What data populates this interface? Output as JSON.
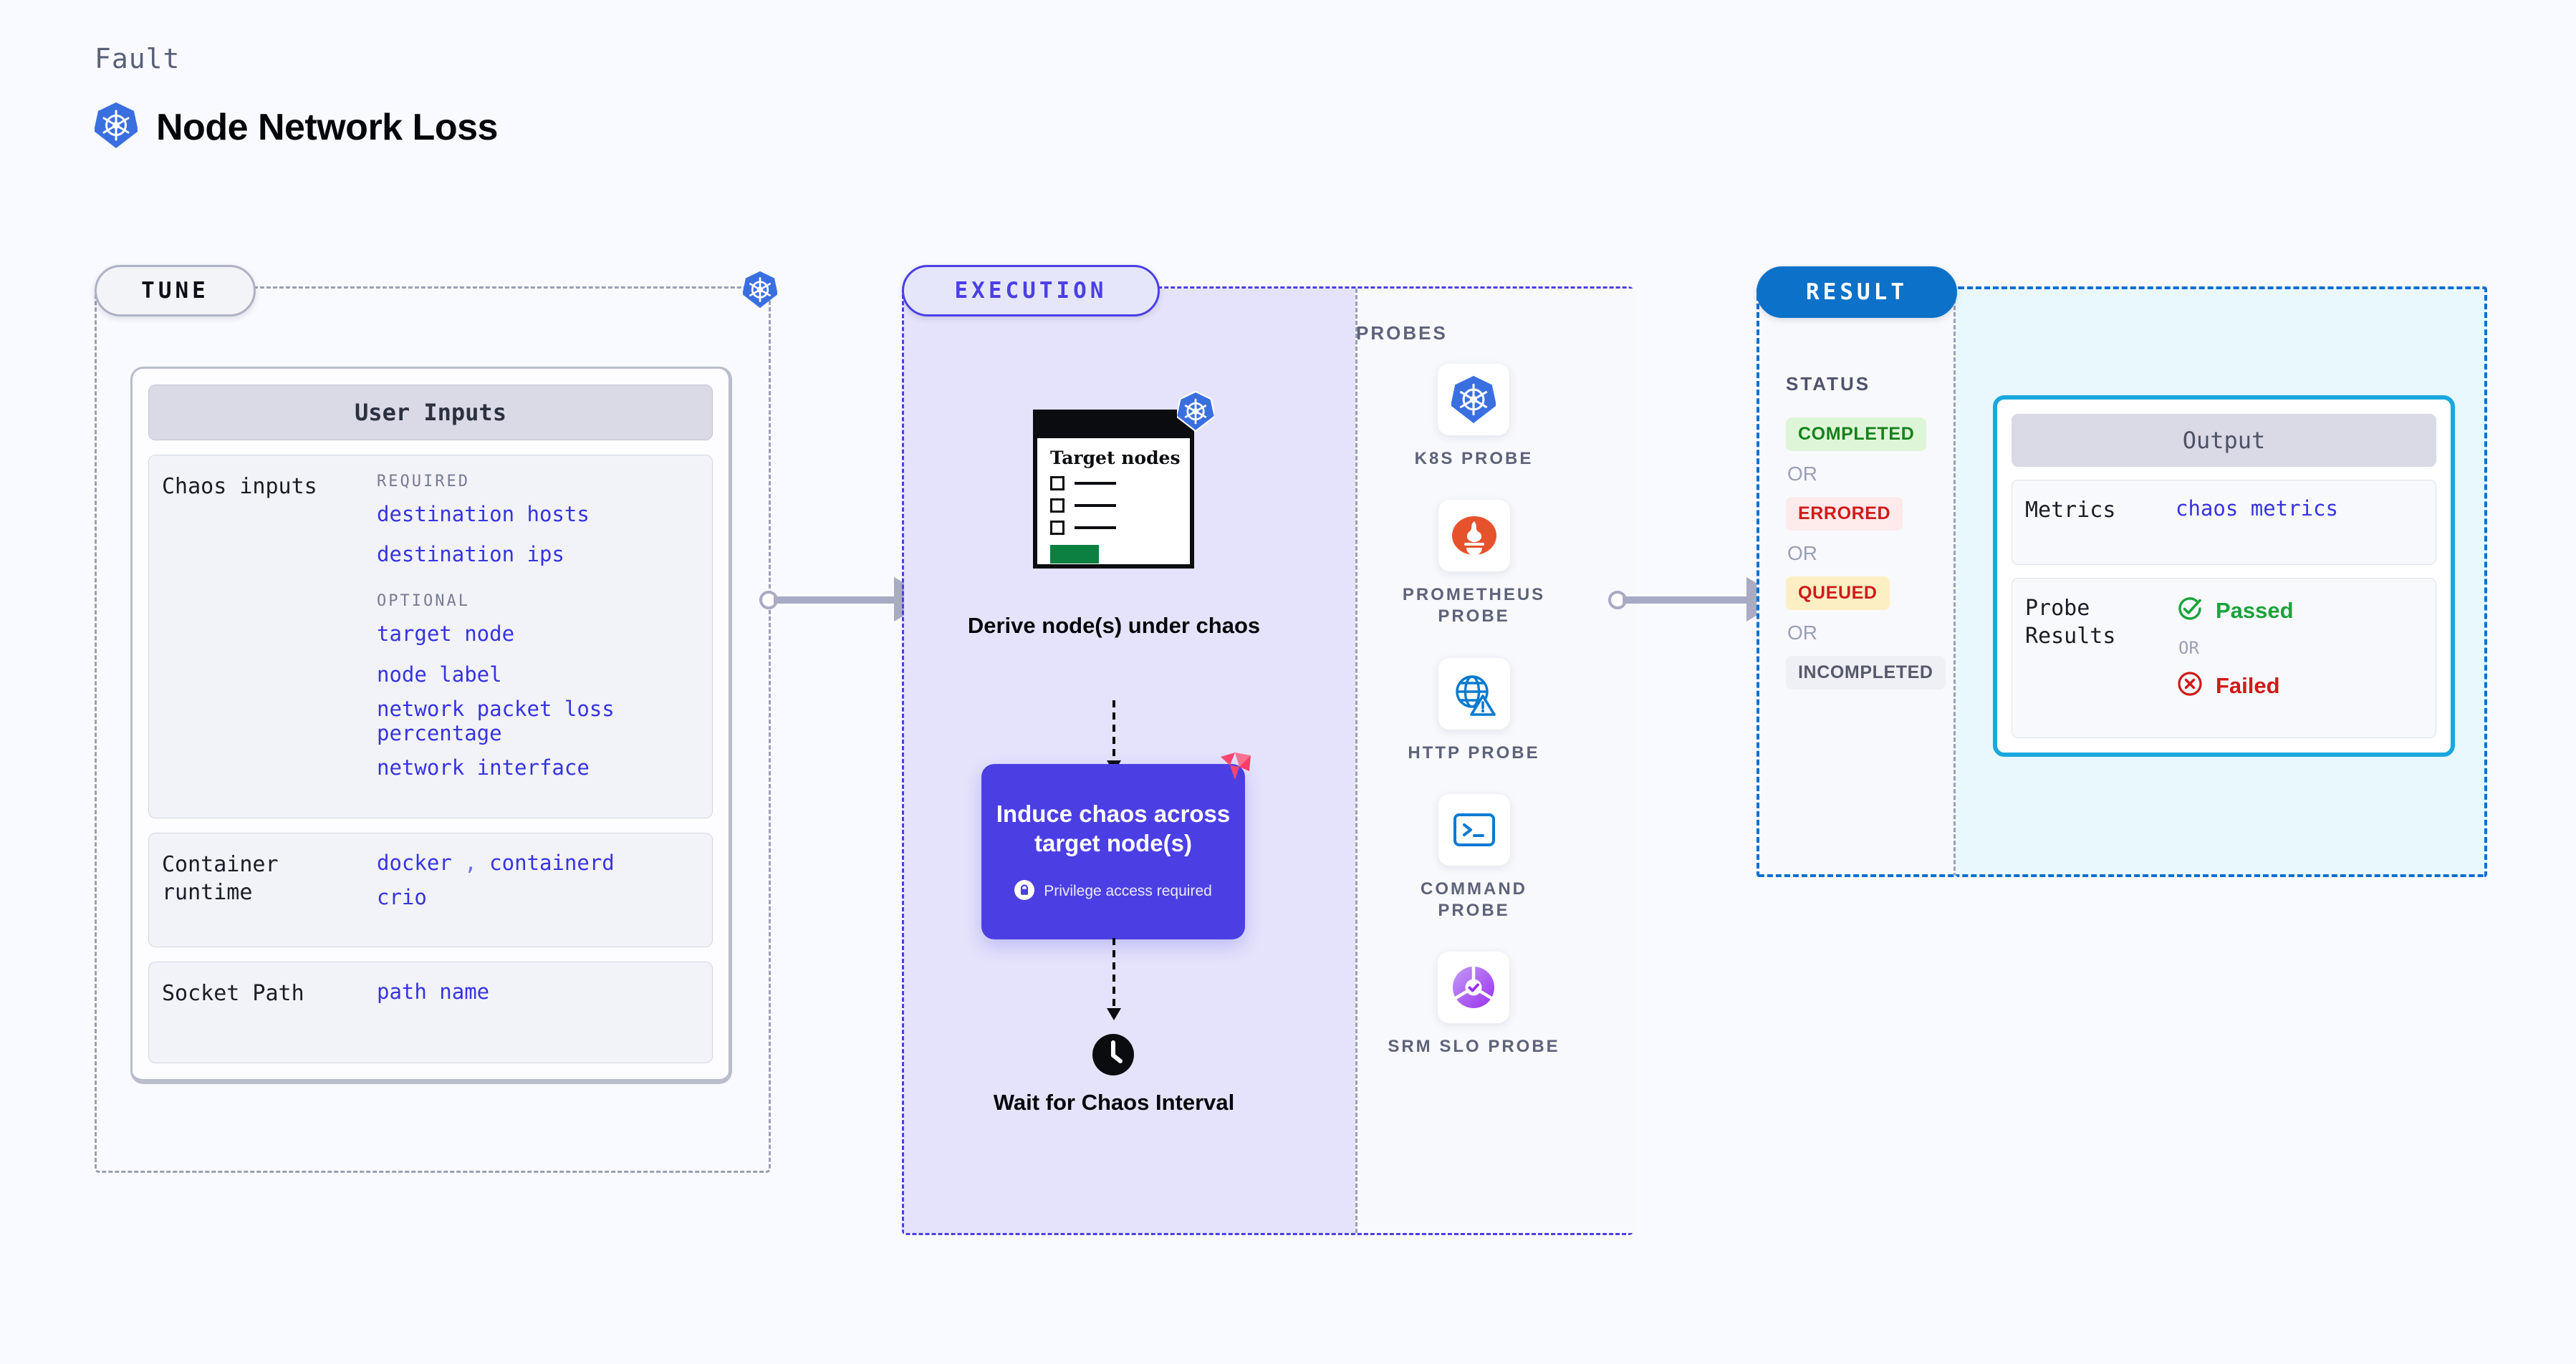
{
  "header": {
    "kicker": "Fault",
    "title": "Node Network Loss",
    "logo_icon": "kubernetes-icon"
  },
  "colors": {
    "page_bg": "#f9faff",
    "accent_purple": "#4b3fe4",
    "accent_blue": "#0c71c8",
    "accent_cyan": "#19a8dd",
    "code_blue": "#3733e0",
    "k8s_blue": "#3a6fe0",
    "prometheus_orange": "#e6522c",
    "litmus_pink": "#fb4570",
    "pass_green": "#1aa33c",
    "fail_red": "#d01919"
  },
  "stages": {
    "tune": {
      "badge": "TUNE"
    },
    "execution": {
      "badge": "EXECUTION"
    },
    "result": {
      "badge": "RESULT"
    }
  },
  "tune": {
    "card_title": "User Inputs",
    "blocks": [
      {
        "label": "Chaos inputs",
        "groups": [
          {
            "heading": "REQUIRED",
            "items": [
              "destination hosts",
              "destination ips"
            ]
          },
          {
            "heading": "OPTIONAL",
            "items": [
              "target node",
              "node label",
              "network packet loss percentage",
              "network interface"
            ]
          }
        ]
      },
      {
        "label": "Container runtime",
        "inline_values": [
          "docker",
          "containerd",
          "crio"
        ],
        "separator": ","
      },
      {
        "label": "Socket Path",
        "inline_values": [
          "path name"
        ]
      }
    ]
  },
  "execution": {
    "derive": {
      "window_title": "Target nodes",
      "caption": "Derive node(s) under chaos",
      "badge_icon": "kubernetes-icon",
      "checkbox_rows": 3
    },
    "induce": {
      "text": "Induce chaos across target node(s)",
      "privilege_label": "Privilege access required",
      "privilege_icon": "lock-icon",
      "corner_icon": "litmus-icon"
    },
    "wait": {
      "caption": "Wait for Chaos Interval",
      "icon": "clock-icon"
    },
    "probes_title": "PROBES",
    "probes": [
      {
        "label": "K8S PROBE",
        "icon": "kubernetes-icon"
      },
      {
        "label": "PROMETHEUS PROBE",
        "icon": "prometheus-icon"
      },
      {
        "label": "HTTP PROBE",
        "icon": "globe-warning-icon"
      },
      {
        "label": "COMMAND PROBE",
        "icon": "terminal-icon"
      },
      {
        "label": "SRM SLO PROBE",
        "icon": "slo-gauge-icon"
      }
    ]
  },
  "result": {
    "status_title": "STATUS",
    "or_label": "OR",
    "statuses": [
      {
        "label": "COMPLETED",
        "bg": "#dff5d8",
        "fg": "#15821a"
      },
      {
        "label": "ERRORED",
        "bg": "#fdeaea",
        "fg": "#cf1b1b"
      },
      {
        "label": "QUEUED",
        "bg": "#fdefc4",
        "fg": "#cf1b1b"
      },
      {
        "label": "INCOMPLETED",
        "bg": "#eff0f5",
        "fg": "#55596b"
      }
    ],
    "output": {
      "title": "Output",
      "metrics_label": "Metrics",
      "metrics_value": "chaos metrics",
      "probe_results_label": "Probe Results",
      "passed_label": "Passed",
      "failed_label": "Failed",
      "or_label": "OR",
      "passed_icon": "check-circle-icon",
      "failed_icon": "x-circle-icon"
    }
  }
}
